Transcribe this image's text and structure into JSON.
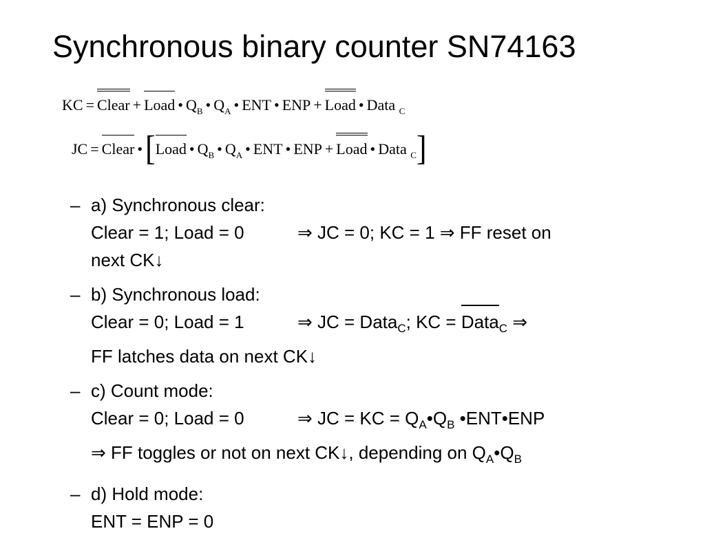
{
  "title": "Synchronous binary counter SN74163",
  "equations": {
    "kc": {
      "lhs": "KC",
      "clear": "Clear",
      "load": "Load",
      "qb": "Q",
      "qb_sub": "B",
      "qa": "Q",
      "qa_sub": "A",
      "ent": "ENT",
      "enp": "ENP",
      "load2": "Load",
      "data": "Data",
      "data_sub": "C"
    },
    "jc": {
      "lhs": "JC",
      "clear": "Clear",
      "load": "Load",
      "qb": "Q",
      "qb_sub": "B",
      "qa": "Q",
      "qa_sub": "A",
      "ent": "ENT",
      "enp": "ENP",
      "load2": "Load",
      "data": "Data",
      "data_sub": "C"
    }
  },
  "items": [
    {
      "heading": "a) Synchronous clear:",
      "cond": "Clear = 1; Load = 0",
      "result": "⇒ JC = 0; KC = 1 ⇒ FF reset on",
      "cont": "next CK↓"
    },
    {
      "heading": "b) Synchronous load:",
      "cond": "Clear = 0; Load = 1",
      "res_a": "⇒ JC = Data",
      "res_a_sub": "C",
      "res_b": "; KC = ",
      "res_c": "Data",
      "res_c_sub": "C",
      "res_d": " ⇒",
      "cont": "FF latches data on next CK↓"
    },
    {
      "heading": "c) Count mode:",
      "cond": "Clear = 0; Load = 0",
      "res_a": "⇒ JC = KC = Q",
      "res_a_sub": "A",
      "res_b": "•Q",
      "res_b_sub": "B",
      "res_c": " •ENT•ENP",
      "cont_a": "⇒ FF toggles or not on next CK↓, depending on Q",
      "cont_a_sub": "A",
      "cont_b": "•Q",
      "cont_b_sub": "B"
    },
    {
      "heading": "d) Hold mode:",
      "cont": "ENT = ENP = 0"
    }
  ],
  "dash": "–"
}
